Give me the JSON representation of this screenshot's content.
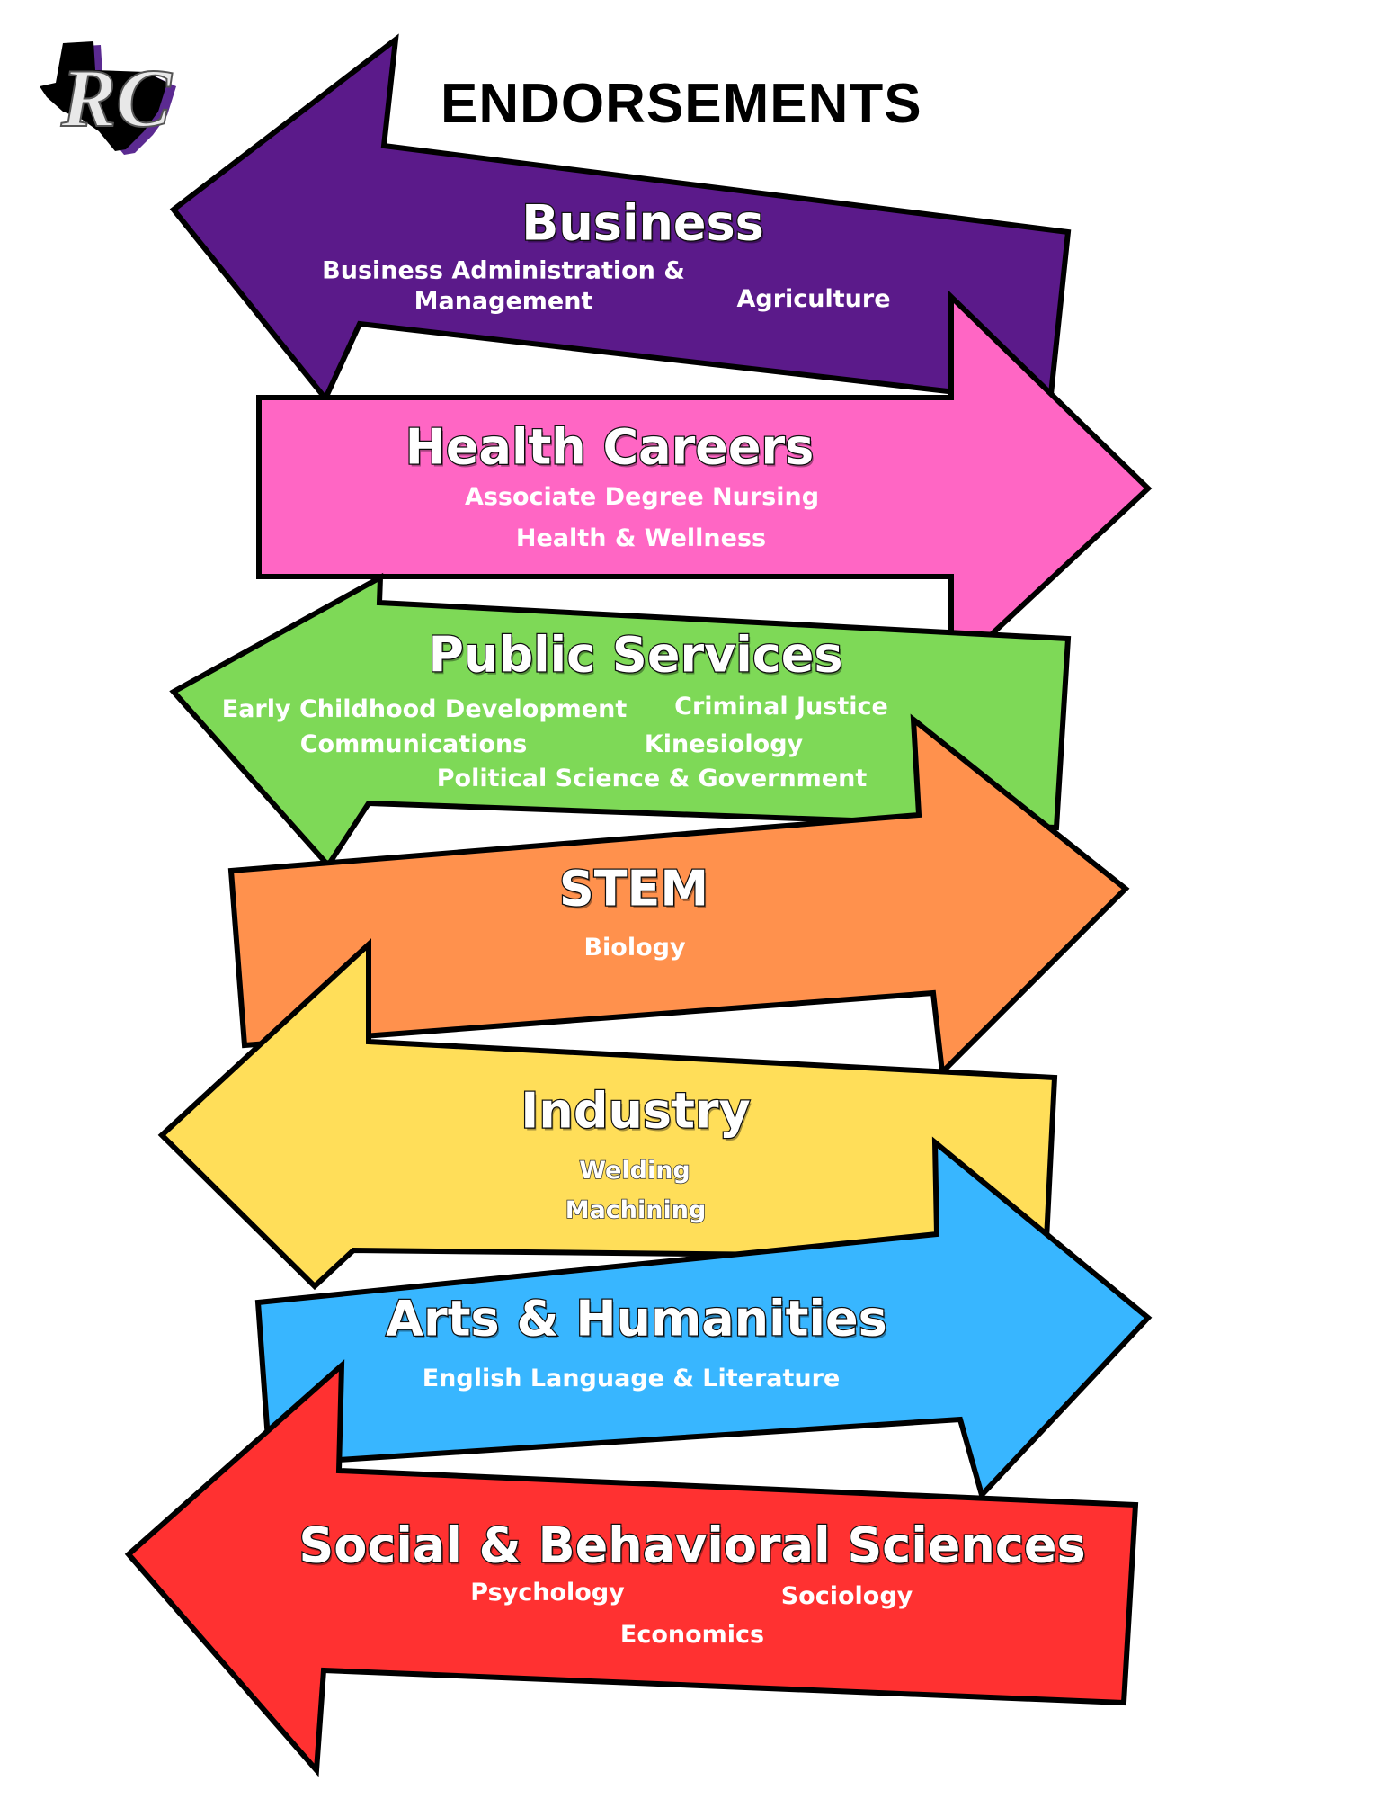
{
  "page": {
    "title": "ENDORSEMENTS"
  },
  "logo": {
    "text": "RC",
    "icon": "texas-state-outline-icon",
    "colors": {
      "shadow": "#5b2a91",
      "letters": "#b5b5b5"
    }
  },
  "colors": {
    "business": "#5b1a8a",
    "health": "#ff66c4",
    "public": "#7ed957",
    "stem": "#ff914d",
    "industry": "#ffde59",
    "arts": "#38b6ff",
    "social": "#ff3131",
    "outline": "#000000"
  },
  "arrows": {
    "business": {
      "direction": "left",
      "heading": "Business",
      "items": [
        "Business Administration &\nManagement",
        "Agriculture"
      ]
    },
    "health": {
      "direction": "right",
      "heading": "Health Careers",
      "items": [
        "Associate Degree Nursing",
        "Health & Wellness"
      ]
    },
    "public": {
      "direction": "left",
      "heading": "Public Services",
      "items": [
        "Early Childhood Development",
        "Criminal Justice",
        "Communications",
        "Kinesiology",
        "Political Science & Government"
      ]
    },
    "stem": {
      "direction": "right",
      "heading": "STEM",
      "items": [
        "Biology"
      ]
    },
    "industry": {
      "direction": "left",
      "heading": "Industry",
      "items": [
        "Welding",
        "Machining"
      ]
    },
    "arts": {
      "direction": "right",
      "heading": "Arts & Humanities",
      "items": [
        "English Language & Literature"
      ]
    },
    "social": {
      "direction": "left",
      "heading": "Social & Behavioral Sciences",
      "items": [
        "Psychology",
        "Sociology",
        "Economics"
      ]
    }
  }
}
